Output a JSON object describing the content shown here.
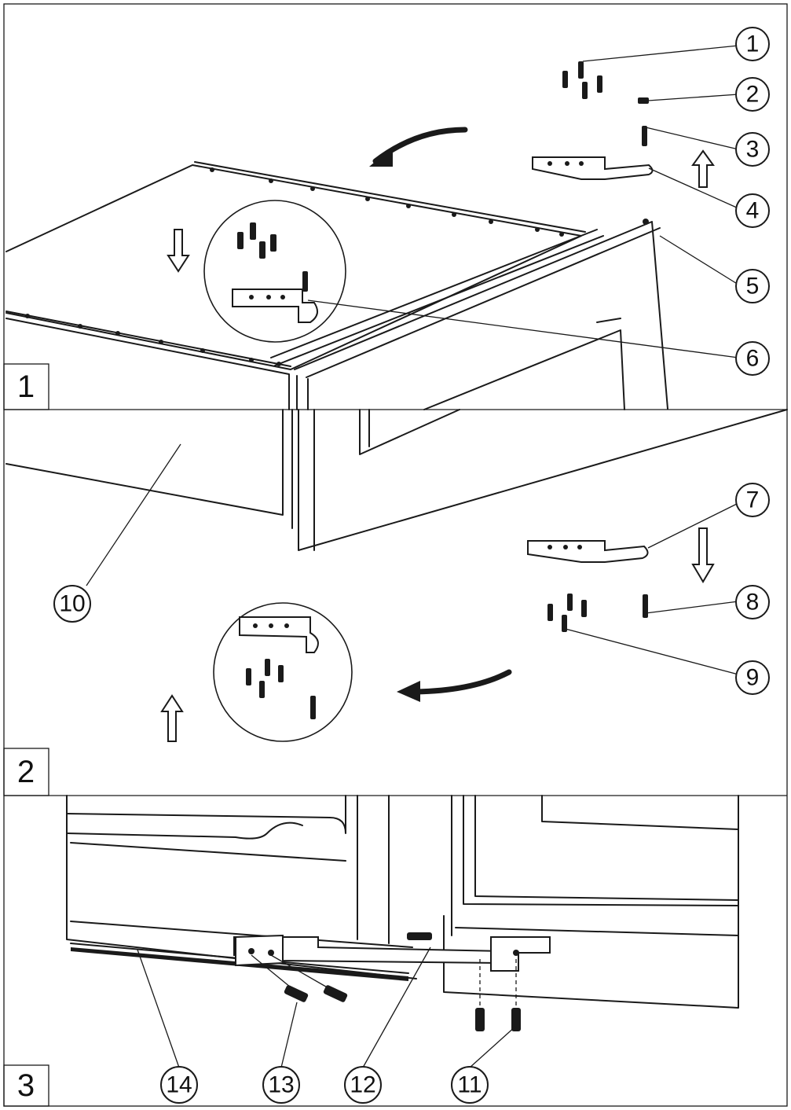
{
  "steps": [
    {
      "label": "1"
    },
    {
      "label": "2"
    },
    {
      "label": "3"
    }
  ],
  "callouts": [
    {
      "label": "1"
    },
    {
      "label": "2"
    },
    {
      "label": "3"
    },
    {
      "label": "4"
    },
    {
      "label": "5"
    },
    {
      "label": "6"
    },
    {
      "label": "7"
    },
    {
      "label": "8"
    },
    {
      "label": "9"
    },
    {
      "label": "10"
    },
    {
      "label": "11"
    },
    {
      "label": "12"
    },
    {
      "label": "13"
    },
    {
      "label": "14"
    }
  ]
}
